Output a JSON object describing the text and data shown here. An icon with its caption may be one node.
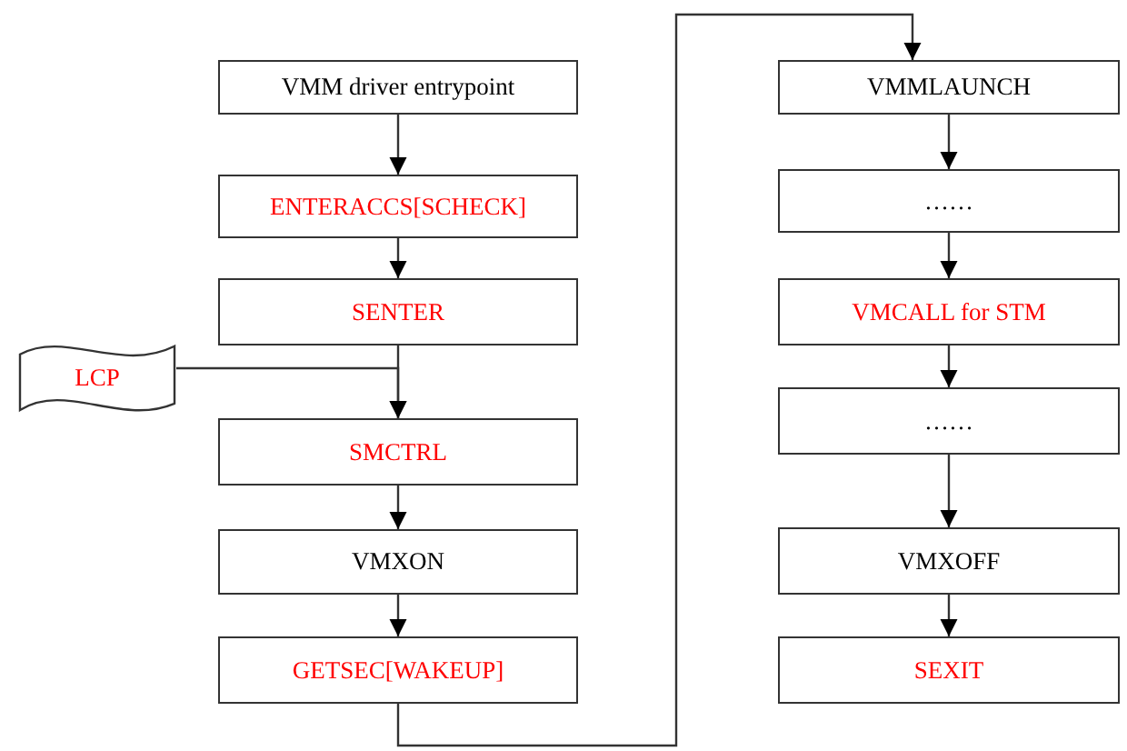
{
  "diagram": {
    "nodes": [
      {
        "text": [
          "VMM driver entrypoint"
        ]
      },
      {
        "text": [
          "ENTERACCS[SCHECK]"
        ]
      },
      {
        "text": [
          "SENTER"
        ]
      },
      {
        "text": [
          "LCP"
        ]
      },
      {
        "text": [
          "SMCTRL"
        ]
      },
      {
        "text": [
          "VMXON"
        ]
      },
      {
        "text": [
          "GETSEC[WAKEUP]"
        ]
      },
      {
        "text": [
          "VMMLAUNCH"
        ]
      },
      {
        "text": [
          "……"
        ]
      },
      {
        "text": [
          "VMCALL for STM"
        ]
      },
      {
        "text": [
          "……"
        ]
      },
      {
        "text": [
          "VMXOFF"
        ]
      },
      {
        "text": [
          "SEXIT"
        ]
      }
    ],
    "edges": [
      {
        "from": 0,
        "to": 1,
        "arrow": "to"
      },
      {
        "from": 1,
        "to": 2,
        "arrow": "to"
      },
      {
        "from": 2,
        "to": 4,
        "arrow": "to"
      },
      {
        "from": 3,
        "to": 4,
        "arrow": "to"
      },
      {
        "from": 4,
        "to": 5,
        "arrow": "to"
      },
      {
        "from": 5,
        "to": 6,
        "arrow": "to"
      },
      {
        "from": 6,
        "to": 7,
        "arrow": "to"
      },
      {
        "from": 7,
        "to": 8,
        "arrow": "to"
      },
      {
        "from": 8,
        "to": 9,
        "arrow": "to"
      },
      {
        "from": 9,
        "to": 10,
        "arrow": "to"
      },
      {
        "from": 10,
        "to": 11,
        "arrow": "to"
      },
      {
        "from": 11,
        "to": 12,
        "arrow": "to"
      }
    ]
  }
}
